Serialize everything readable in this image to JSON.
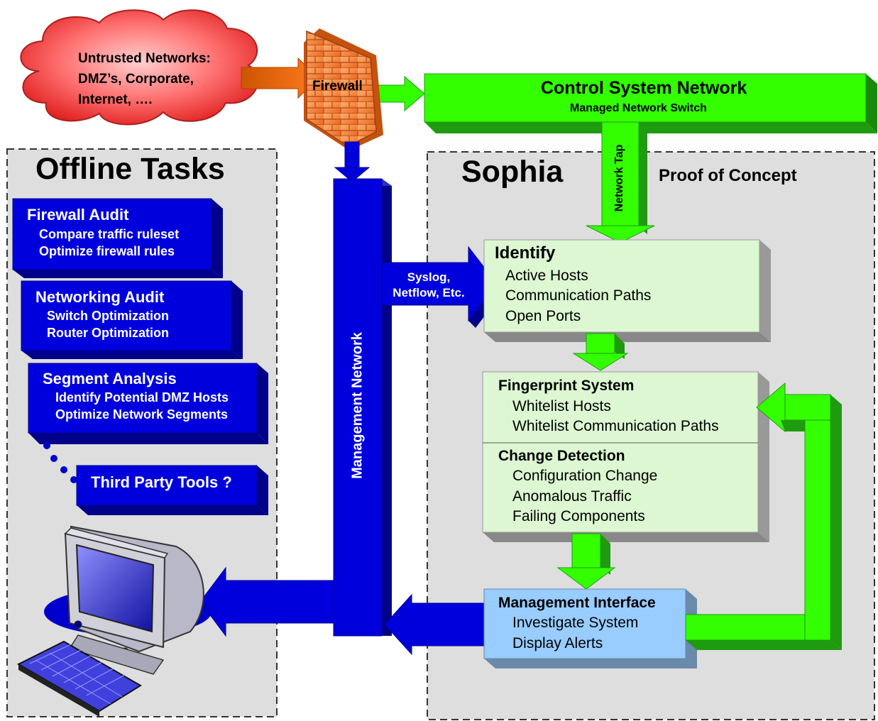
{
  "cloud": {
    "label_lines": [
      "Untrusted Networks:",
      "DMZ’s, Corporate,",
      "Internet, …."
    ]
  },
  "firewall": {
    "label": "Firewall"
  },
  "control_network": {
    "title": "Control System Network",
    "subtitle": "Managed Network Switch"
  },
  "network_tap": {
    "label": "Network Tap"
  },
  "offline": {
    "title": "Offline Tasks",
    "boxes": [
      {
        "title": "Firewall Audit",
        "lines": [
          "Compare traffic ruleset",
          "Optimize firewall rules"
        ]
      },
      {
        "title": "Networking Audit",
        "lines": [
          "Switch Optimization",
          "Router Optimization"
        ]
      },
      {
        "title": "Segment Analysis",
        "lines": [
          "Identify Potential DMZ Hosts",
          "Optimize Network Segments"
        ]
      },
      {
        "title": "Third Party Tools ?",
        "lines": []
      }
    ]
  },
  "management_network": {
    "label": "Management Network"
  },
  "syslog": {
    "lines": [
      "Syslog,",
      "Netflow, Etc."
    ]
  },
  "sophia": {
    "title": "Sophia",
    "subtitle": "Proof of Concept",
    "identify": {
      "title": "Identify",
      "lines": [
        "Active Hosts",
        "Communication Paths",
        "Open Ports"
      ]
    },
    "fingerprint": {
      "title": "Fingerprint System",
      "lines": [
        "Whitelist Hosts",
        "Whitelist Communication Paths"
      ]
    },
    "change": {
      "title": "Change Detection",
      "lines": [
        "Configuration Change",
        "Anomalous Traffic",
        "Failing Components"
      ]
    },
    "mgmt_interface": {
      "title": "Management Interface",
      "lines": [
        "Investigate System",
        "Display Alerts"
      ]
    }
  },
  "colors": {
    "green": "#33ff00",
    "green_dark": "#1f9b0f",
    "blue": "#0000dd",
    "blue_dark": "#00008a",
    "light_green": "#dcf7d2",
    "light_blue": "#99ccff",
    "panel": "#dedede",
    "cloud": "#ff5555",
    "firewall": "#f08a3c"
  }
}
